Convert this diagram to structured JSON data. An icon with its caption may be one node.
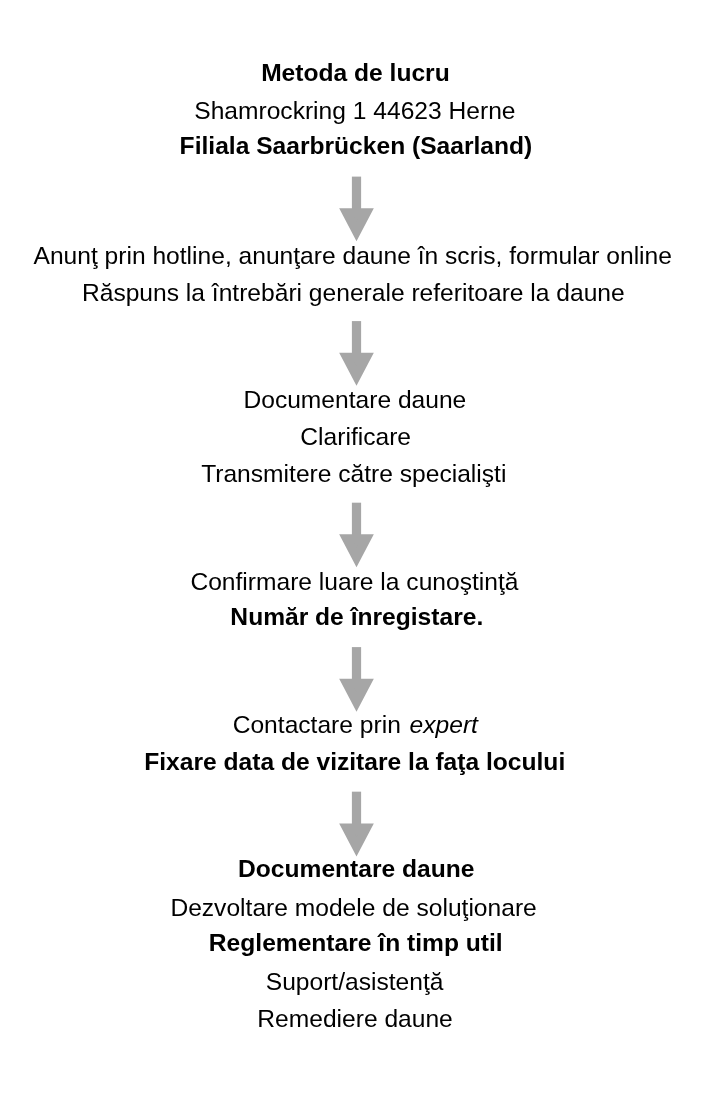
{
  "diagram": {
    "nodes": [
      {
        "text": [
          "Metoda de lucru",
          "Shamrockring 1 44623 Herne",
          "Filiala Saarbrücken (Saarland)"
        ]
      },
      {
        "text": [
          "Anunţ prin hotline, anunţare daune în scris, formular online",
          "Răspuns la întrebări generale referitoare la daune"
        ]
      },
      {
        "text": [
          "Documentare daune",
          "Clarificare",
          "Transmitere către specialişti"
        ]
      },
      {
        "text": [
          "Confirmare luare la cunoştinţă",
          "Număr de înregistare."
        ]
      },
      {
        "text": [
          "Contactare prin *expert*",
          "Fixare data de vizitare la faţa locului"
        ]
      },
      {
        "text": [
          "Documentare daune",
          "Dezvoltare modele de soluţionare",
          "Reglementare în timp util",
          "Suport/asistenţă",
          "Remediere daune"
        ]
      }
    ],
    "edges": [
      {
        "from": 0,
        "to": 1,
        "arrow": "to"
      },
      {
        "from": 1,
        "to": 2,
        "arrow": "to"
      },
      {
        "from": 2,
        "to": 3,
        "arrow": "to"
      },
      {
        "from": 3,
        "to": 4,
        "arrow": "to"
      },
      {
        "from": 4,
        "to": 5,
        "arrow": "to"
      }
    ]
  }
}
